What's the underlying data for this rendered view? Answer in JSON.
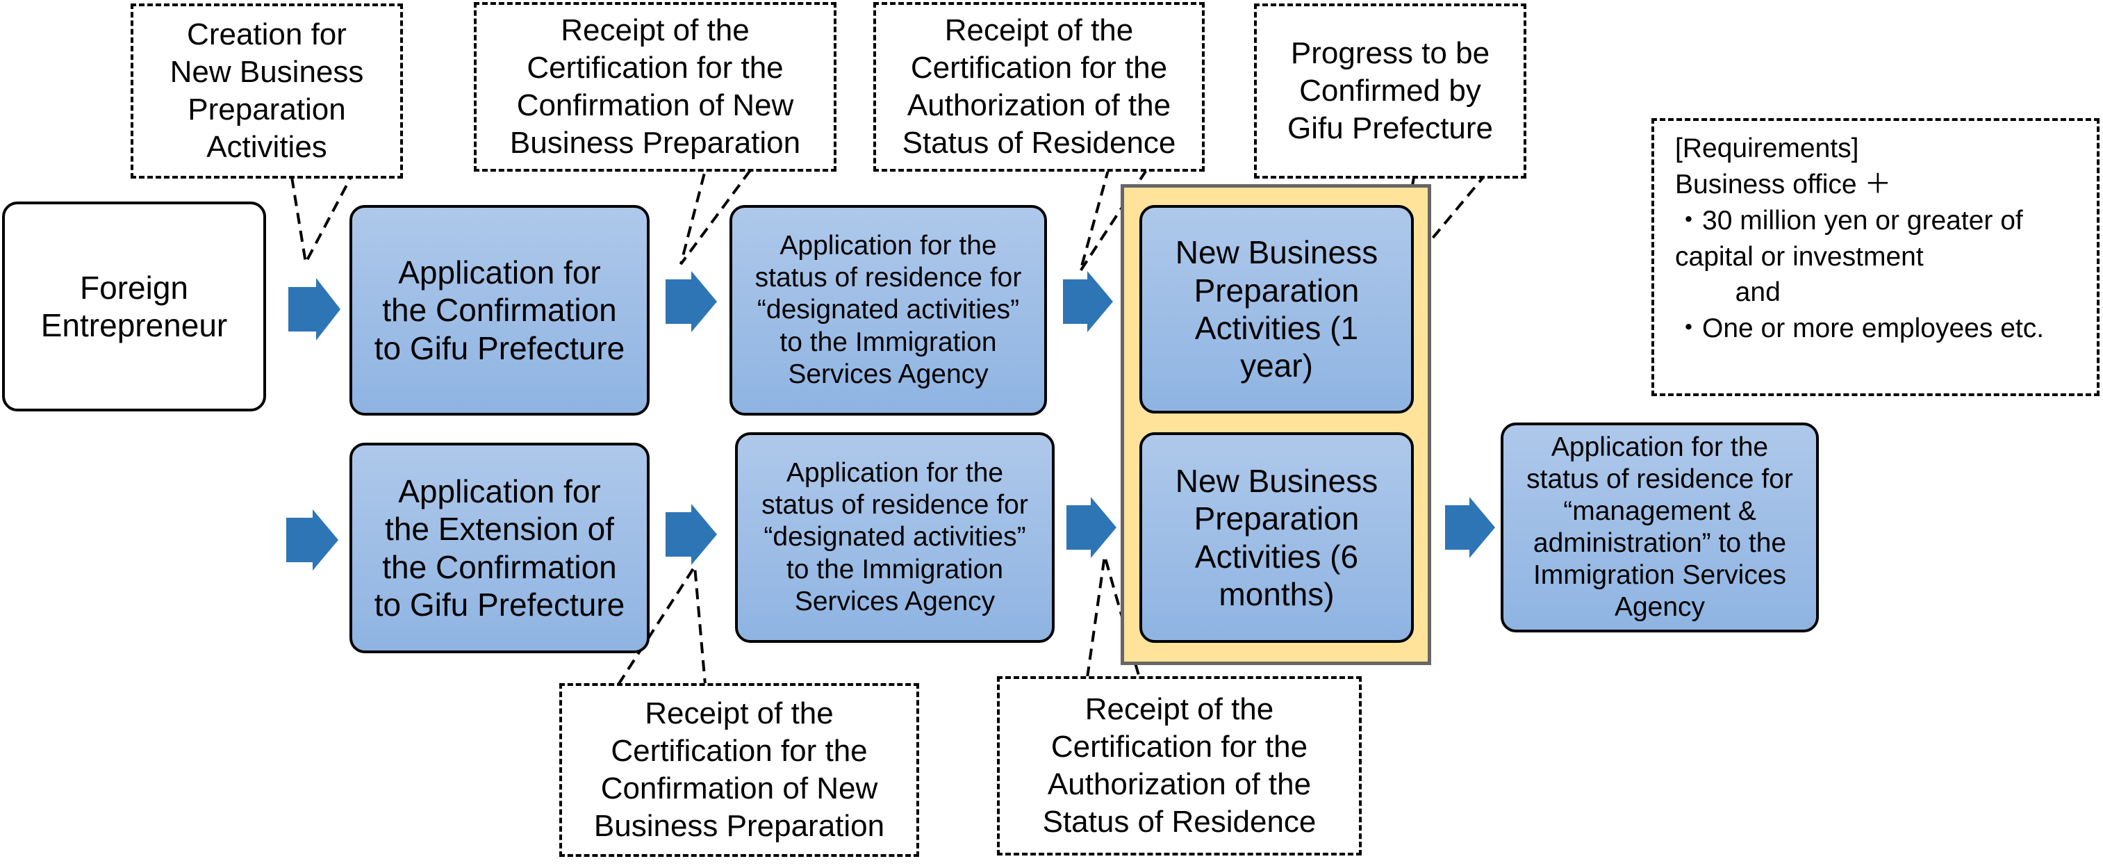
{
  "colors": {
    "step_fill": "#9dbfe6",
    "arrow": "#2e75b6",
    "highlight_fill": "#ffe39a"
  },
  "entrepreneur": "Foreign\nEntrepreneur",
  "steps": {
    "app_confirmation": "Application for\nthe Confirmation\nto Gifu Prefecture",
    "status_designated_1": "Application for the\nstatus of residence for\n“designated activities”\nto the Immigration\nServices Agency",
    "activities_1_year": "New Business\nPreparation\nActivities (1\nyear)",
    "app_extension": "Application for\nthe Extension of\nthe Confirmation\nto Gifu Prefecture",
    "status_designated_2": "Application for the\nstatus of residence for\n“designated activities”\nto the Immigration\nServices Agency",
    "activities_6_months": "New Business\nPreparation\nActivities (6\nmonths)",
    "status_management": "Application for the\nstatus of residence for\n“management &\nadministration” to the\nImmigration Services\nAgency"
  },
  "callouts": {
    "creation": "Creation for\nNew Business\nPreparation\nActivities",
    "receipt_confirmation_top": "Receipt of the\nCertification for the\nConfirmation of New\nBusiness Preparation",
    "receipt_authorization_top": "Receipt of the\nCertification for the\nAuthorization of the\nStatus of Residence",
    "progress": "Progress to be\nConfirmed by\nGifu Prefecture",
    "receipt_confirmation_bottom": "Receipt of the\nCertification for the\nConfirmation of New\nBusiness Preparation",
    "receipt_authorization_bottom": "Receipt of the\nCertification for the\nAuthorization of the\nStatus of Residence"
  },
  "requirements": "[Requirements]\nBusiness office ＋\n・30 million yen or greater of\ncapital or investment\n        and\n・One or more employees etc."
}
